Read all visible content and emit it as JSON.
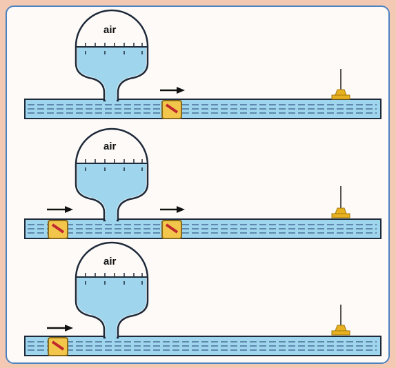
{
  "colors": {
    "background": "#f3c9b4",
    "panel": "#fefaf7",
    "border": "#4b82c0",
    "water": "#9fd6ee",
    "pipe_outline": "#1e2a3a",
    "valve": "#f2c64b",
    "valve_flap": "#c0282e",
    "sprinkler": "#e7b11f"
  },
  "scenes": [
    {
      "air_label": "air",
      "valves": 1,
      "flow_arrows": 1
    },
    {
      "air_label": "air",
      "valves": 2,
      "flow_arrows": 2
    },
    {
      "air_label": "air",
      "valves": 1,
      "flow_arrows": 1
    }
  ],
  "icons": {
    "arrow": "right-arrow-icon",
    "valve": "check-valve-icon",
    "sprinkler": "sprinkler-icon"
  }
}
